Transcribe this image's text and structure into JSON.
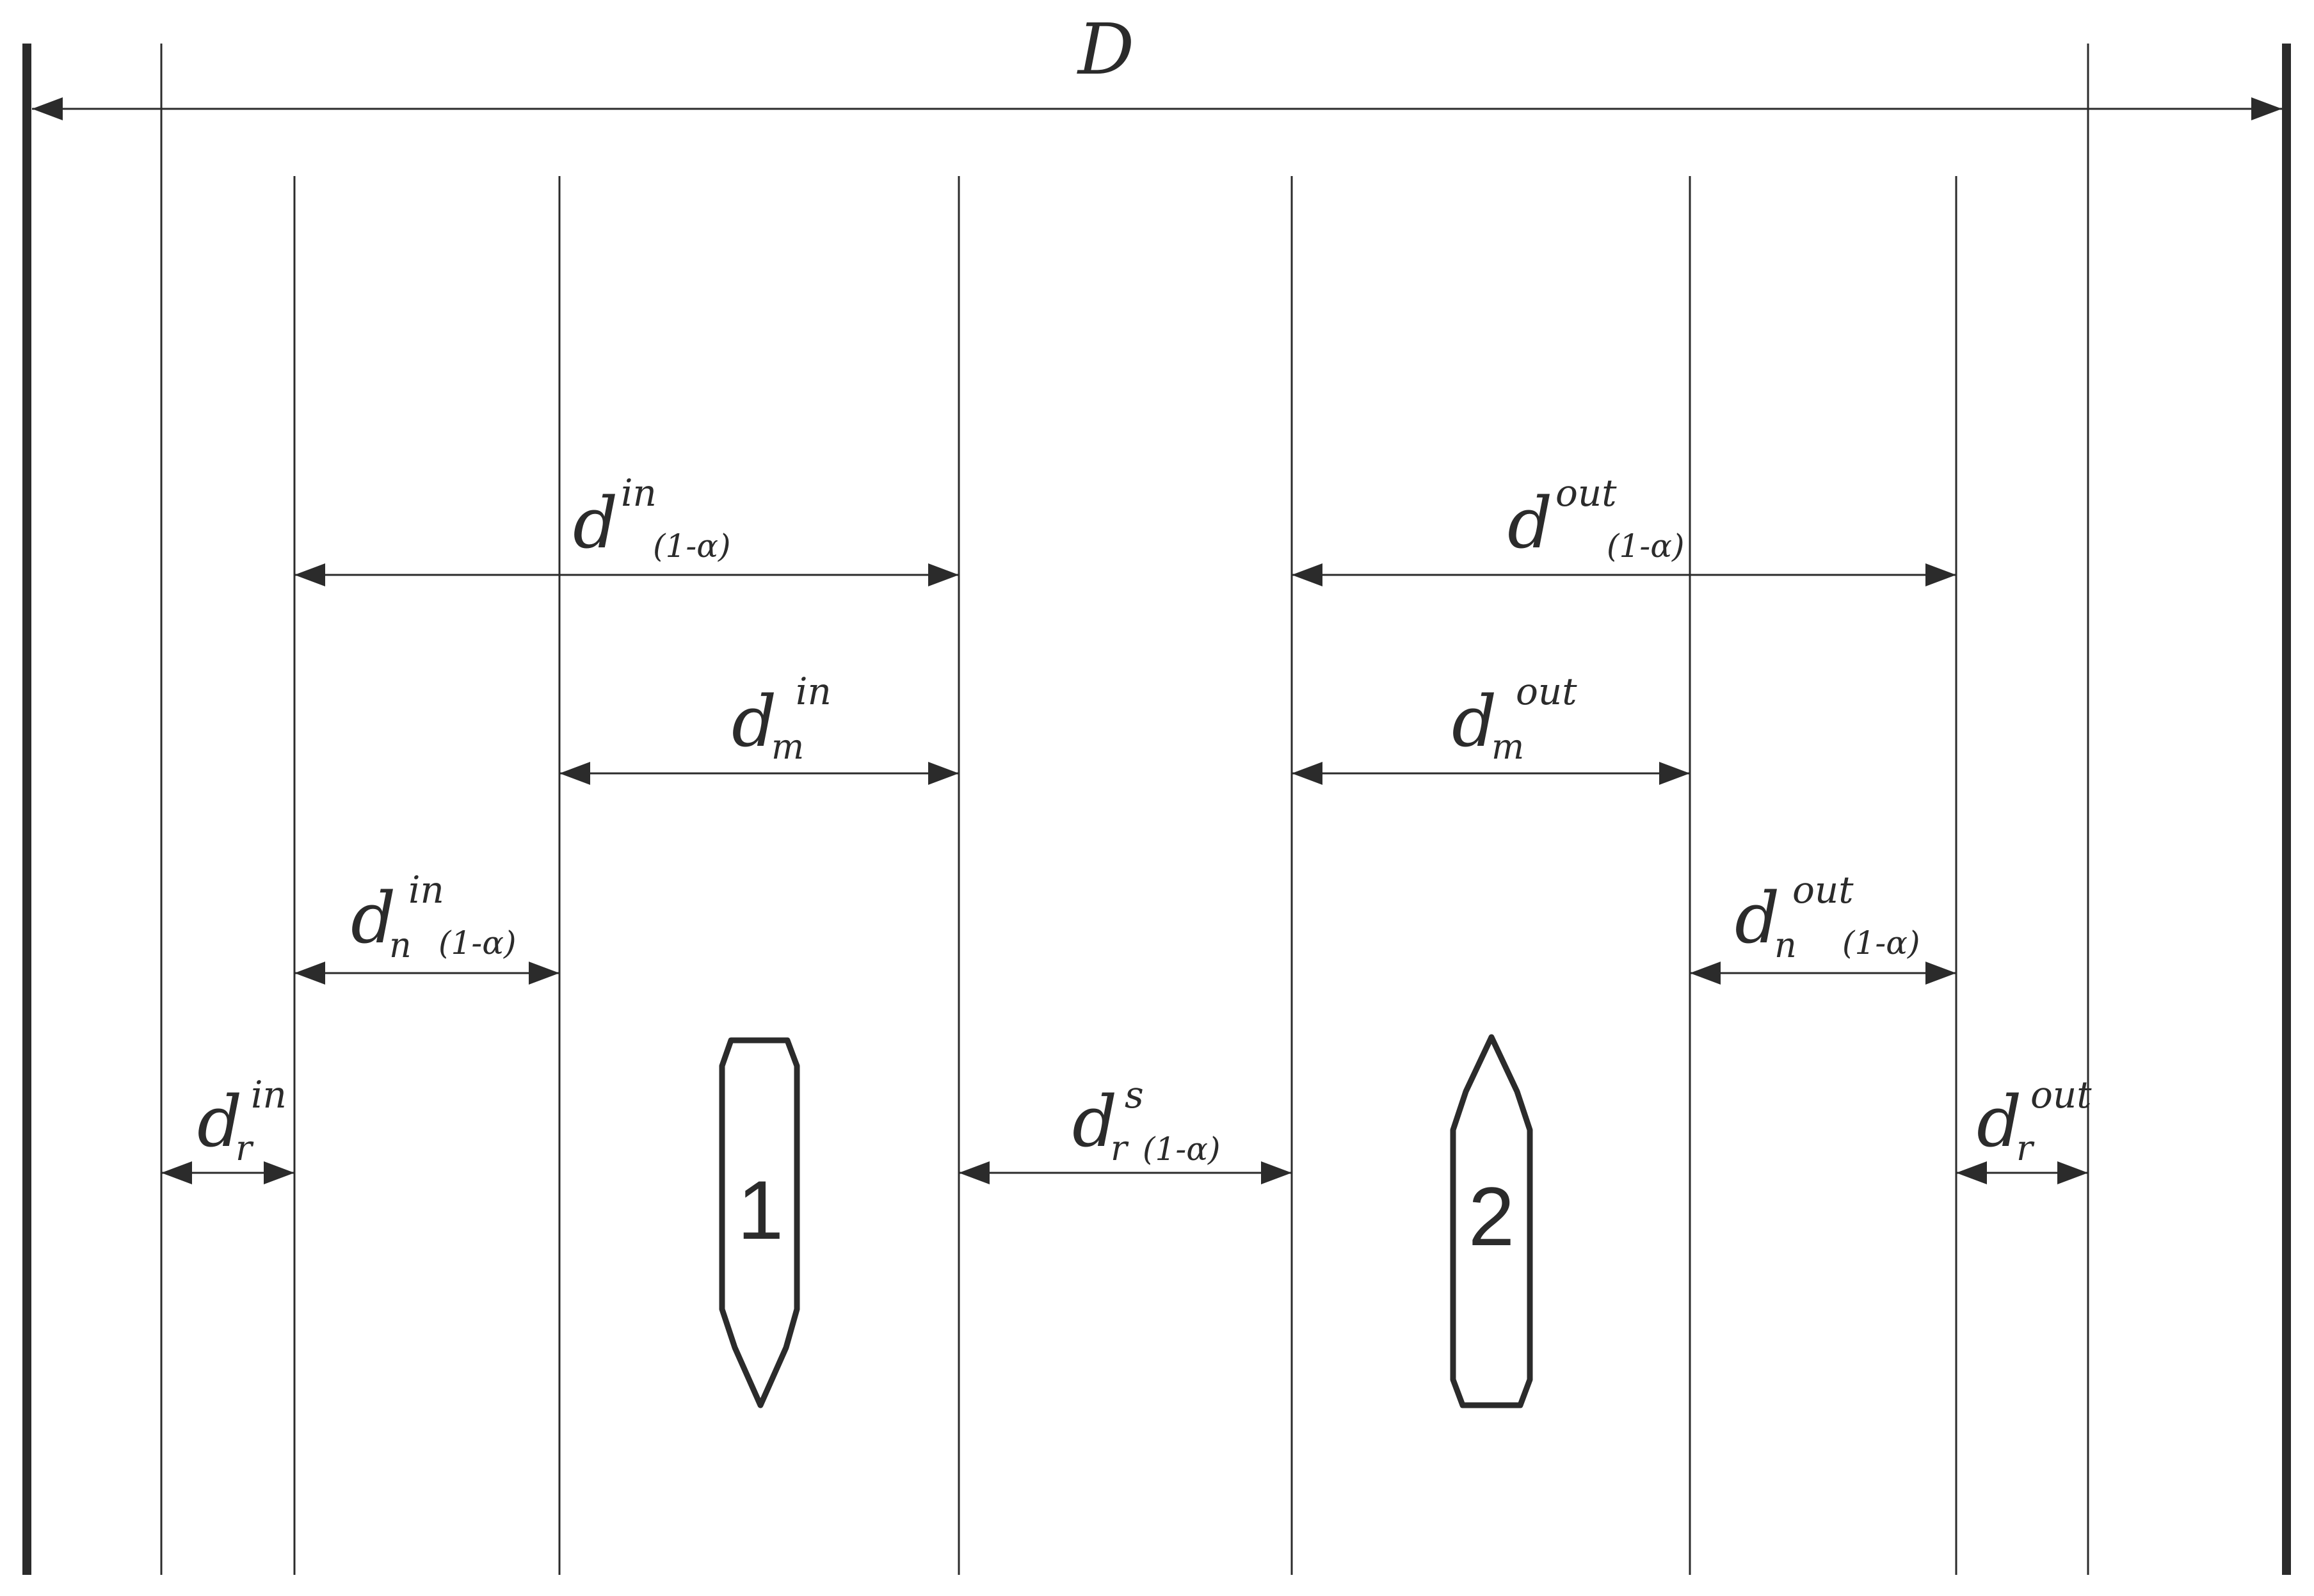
{
  "colors": {
    "ink": "#2b2b2b",
    "background": "#ffffff"
  },
  "labels": {
    "D": {
      "main": "D"
    },
    "d_in_1a": {
      "main": "d",
      "sup": "in",
      "sub": "(1-α)"
    },
    "d_out_1a": {
      "main": "d",
      "sup": "out",
      "sub": "(1-α)"
    },
    "dm_in": {
      "main": "d",
      "sup": "in",
      "sub": "m"
    },
    "dm_out": {
      "main": "d",
      "sup": "out",
      "sub": "m"
    },
    "dn_in": {
      "main": "d",
      "sup": "in",
      "sub": "n",
      "sub2": "(1-α)"
    },
    "dn_out": {
      "main": "d",
      "sup": "out",
      "sub": "n",
      "sub2": "(1-α)"
    },
    "dr_in": {
      "main": "d",
      "sup": "in",
      "sub": "r"
    },
    "dr_out": {
      "main": "d",
      "sup": "out",
      "sub": "r"
    },
    "drs": {
      "main": "d",
      "sup": "s",
      "sub": "r",
      "sub2": "(1-α)"
    }
  },
  "ships": {
    "ship1": "1",
    "ship2": "2"
  }
}
